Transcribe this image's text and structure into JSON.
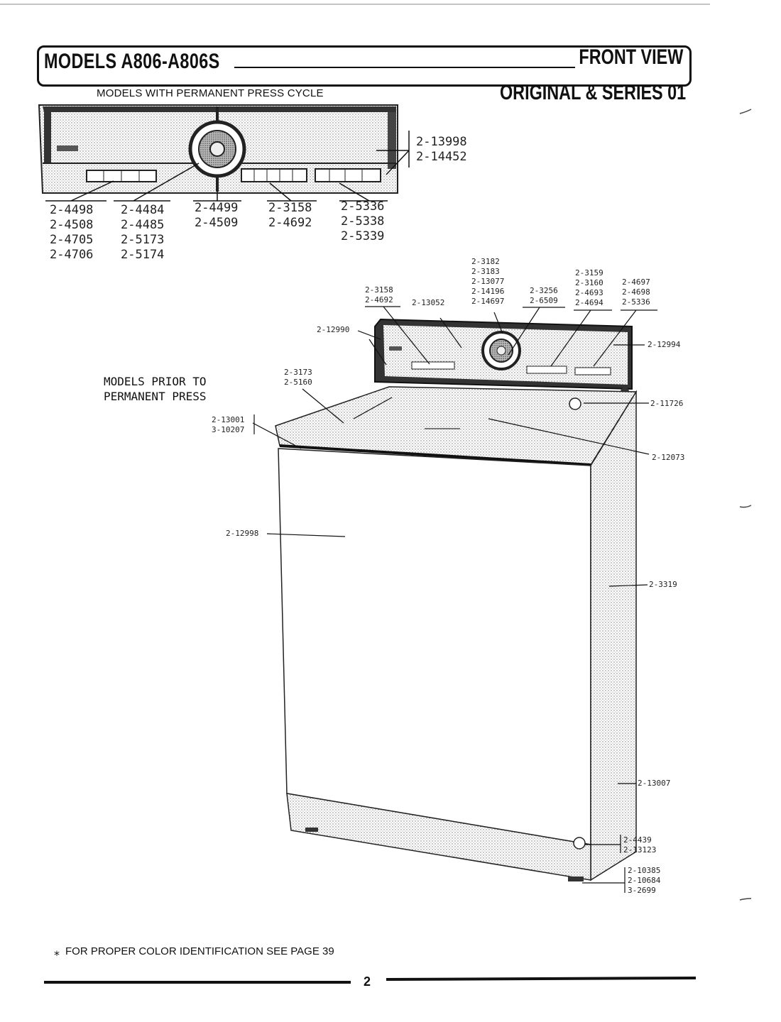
{
  "header": {
    "title_left": "MODELS  A806-A806S",
    "title_right": "FRONT VIEW",
    "subtitle_right": "ORIGINAL & SERIES 01"
  },
  "top_diagram": {
    "caption": "MODELS WITH PERMANENT PRESS CYCLE",
    "groups": [
      {
        "parts": [
          "2-4498",
          "2-4508",
          "2-4705",
          "2-4706"
        ]
      },
      {
        "parts": [
          "2-4484",
          "2-4485",
          "2-5173",
          "2-5174"
        ]
      },
      {
        "parts": [
          "2-4499",
          "2-4509"
        ]
      },
      {
        "parts": [
          "2-3158",
          "2-4692"
        ]
      },
      {
        "parts": [
          "2-5336",
          "2-5338",
          "2-5339"
        ]
      },
      {
        "parts": [
          "2-13998",
          "2-14452"
        ]
      }
    ]
  },
  "main_diagram": {
    "caption": "MODELS PRIOR TO\nPERMANENT PRESS",
    "labels": {
      "dial_parts": [
        "2-3182",
        "2-3183",
        "2-13077",
        "2-14196",
        "2-14697"
      ],
      "left_panel": [
        "2-3158",
        "2-4692"
      ],
      "panel": [
        "2-13052"
      ],
      "mid": [
        "2-3256",
        "2-6509"
      ],
      "right_a": [
        "2-3159",
        "2-3160",
        "2-4693",
        "2-4694"
      ],
      "right_b": [
        "2-4697",
        "2-4698",
        "2-5336"
      ],
      "end_cap": [
        "2-12990"
      ],
      "console_right": [
        "2-12994"
      ],
      "lid": [
        "2-3173",
        "2-5160"
      ],
      "lid_switch": [
        "2-11726"
      ],
      "hinge": [
        "2-13001",
        "3-10207"
      ],
      "top": [
        "2-12073"
      ],
      "front_panel": [
        "2-12998"
      ],
      "cabinet": [
        "2-3319"
      ],
      "base": [
        "2-13007"
      ],
      "bumper": [
        "2-4439",
        "2-13123"
      ],
      "feet": [
        "2-10385",
        "2-10684",
        "3-2699"
      ]
    }
  },
  "footer": {
    "star": "*",
    "note": "FOR PROPER COLOR IDENTIFICATION SEE PAGE 39",
    "page_number": "2"
  }
}
